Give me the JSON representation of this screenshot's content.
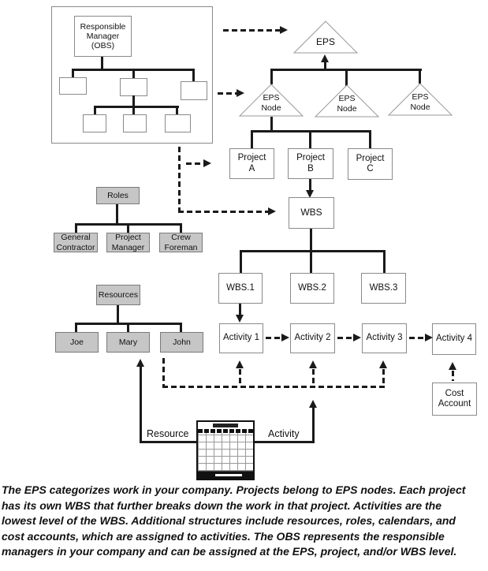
{
  "obs": {
    "manager_label": "Responsible Manager (OBS)"
  },
  "eps": {
    "root_label": "EPS",
    "node_label": "EPS Node"
  },
  "projects": [
    "Project A",
    "Project B",
    "Project C"
  ],
  "wbs": {
    "root_label": "WBS",
    "children": [
      "WBS.1",
      "WBS.2",
      "WBS.3"
    ]
  },
  "activities": [
    "Activity 1",
    "Activity 2",
    "Activity 3",
    "Activity 4"
  ],
  "cost_account_label": "Cost Account",
  "roles": {
    "root_label": "Roles",
    "children": [
      "General Contractor",
      "Project Manager",
      "Crew Foreman"
    ]
  },
  "resources": {
    "root_label": "Resources",
    "children": [
      "Joe",
      "Mary",
      "John"
    ]
  },
  "flows": {
    "resource_label": "Resource",
    "activity_label": "Activity"
  },
  "icons": {
    "calendar": "calendar-icon"
  },
  "colors": {
    "gray_fill": "#c6c6c6",
    "line_black": "#1a1a1a",
    "box_border": "#8a8a8a"
  },
  "caption": {
    "text": "The EPS categorizes work in your company. Projects belong to EPS nodes. Each project has its own WBS that further breaks down the work in that project. Activities are the lowest level of the WBS. Additional structures include resources, roles, calendars, and cost accounts, which are assigned to activities. The OBS represents the responsible managers in your company and can be assigned at the EPS, project, and/or WBS level."
  }
}
